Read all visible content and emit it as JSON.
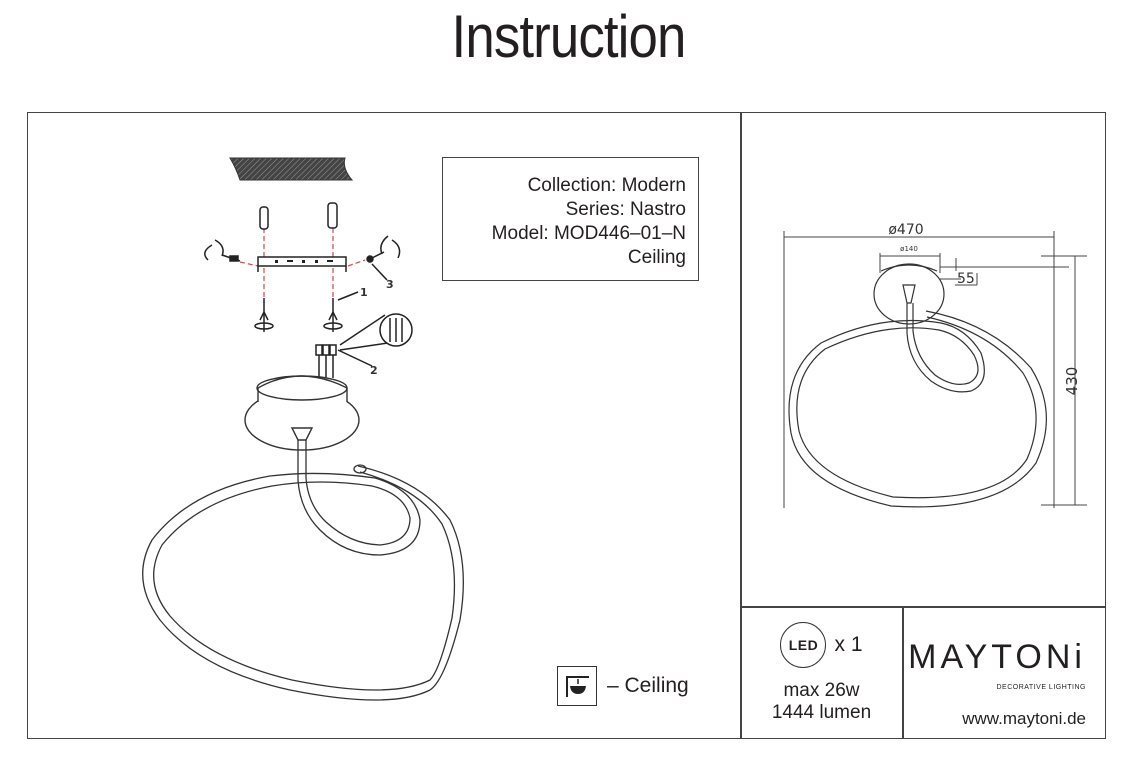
{
  "page_title": "Instruction",
  "product_info": {
    "collection": "Collection: Modern",
    "series": "Series: Nastro",
    "model": "Model: MOD446–01–N",
    "mount": "Ceiling"
  },
  "assembly_callouts": {
    "callout_1": "1",
    "callout_2": "2",
    "callout_3": "3"
  },
  "dimensions": {
    "overall_diameter": "ø470",
    "canopy_diameter": "ø140",
    "canopy_height": "55",
    "overall_height": "430"
  },
  "mount_legend": {
    "icon": "ceiling-mount-icon",
    "label": "– Ceiling"
  },
  "light_source": {
    "icon_label": "LED",
    "count": "x 1",
    "max_power": "max 26w",
    "lumen": "1444 lumen"
  },
  "brand": {
    "name": "MAYTONi",
    "tagline": "DECORATIVE LIGHTING",
    "website": "www.maytoni.de"
  }
}
